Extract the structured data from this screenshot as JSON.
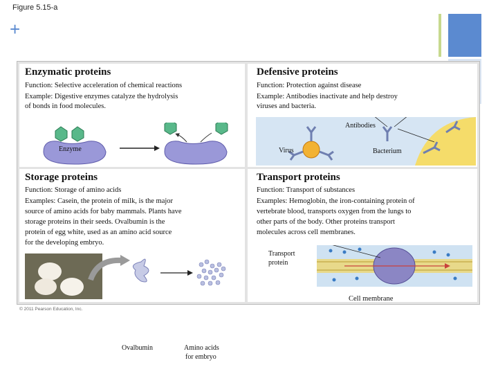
{
  "figure_label": "Figure 5.15-a",
  "enzymatic": {
    "title": "Enzymatic proteins",
    "function": "Function: Selective acceleration of chemical reactions",
    "example_line1": "Example: Digestive enzymes catalyze the hydrolysis",
    "example_line2": "of bonds in food molecules.",
    "enzyme_label": "Enzyme"
  },
  "defensive": {
    "title": "Defensive proteins",
    "function": "Function: Protection against disease",
    "example_line1": "Example: Antibodies inactivate and help destroy",
    "example_line2": "viruses and bacteria.",
    "antibodies_label": "Antibodies",
    "virus_label": "Virus",
    "bacterium_label": "Bacterium"
  },
  "storage": {
    "title": "Storage proteins",
    "function": "Function: Storage of amino acids",
    "lines": [
      "Examples: Casein, the protein of milk, is the major",
      "source of amino acids for baby mammals. Plants have",
      "storage proteins in their seeds. Ovalbumin is the",
      "protein of egg white, used as an amino acid source",
      "for the developing embryo."
    ],
    "ovalbumin_label": "Ovalbumin",
    "amino_label_line1": "Amino acids",
    "amino_label_line2": "for embryo"
  },
  "transport": {
    "title": "Transport proteins",
    "function": "Function: Transport of substances",
    "lines": [
      "Examples: Hemoglobin, the iron-containing protein of",
      "vertebrate blood, transports oxygen from the lungs to",
      "other parts of the body. Other proteins transport",
      "molecules across cell membranes."
    ],
    "transport_label_line1": "Transport",
    "transport_label_line2": "protein",
    "membrane_label": "Cell membrane"
  },
  "copyright": "© 2011 Pearson Education, Inc.",
  "colors": {
    "accent_blue": "#5b8ad0",
    "accent_green": "#c7d98e",
    "enzyme_purple": "#9a98d8",
    "substrate_green": "#59b88a",
    "bacterium_yellow": "#f5dc6a",
    "virus_orange": "#f2b233"
  }
}
